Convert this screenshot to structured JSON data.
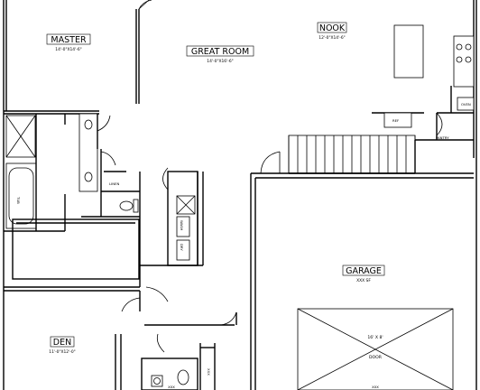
{
  "rooms": {
    "master": {
      "name": "MASTER",
      "dims": "14'-0\"X14'-6\""
    },
    "great_room": {
      "name": "GREAT ROOM",
      "dims": "14'-0\"X16'-6\""
    },
    "nook": {
      "name": "NOOK",
      "dims": "12'-0\"X14'-6\""
    },
    "garage": {
      "name": "GARAGE",
      "dims": "XXX SF"
    },
    "den": {
      "name": "DEN",
      "dims": "11'-0\"X12'-0\""
    }
  },
  "labels": {
    "linen": "LINEN",
    "pantry": "PANTRY",
    "oven": "OVEN",
    "ref": "REF",
    "tub": "TUB",
    "washer": "WASH",
    "dryer": "DRY",
    "garage_door_size": "16' X 8'",
    "garage_door_label": "DOOR",
    "garage_bottom_dim": "XXX",
    "den_bottom_dim": "XXX",
    "stair_dim": "XXX"
  }
}
